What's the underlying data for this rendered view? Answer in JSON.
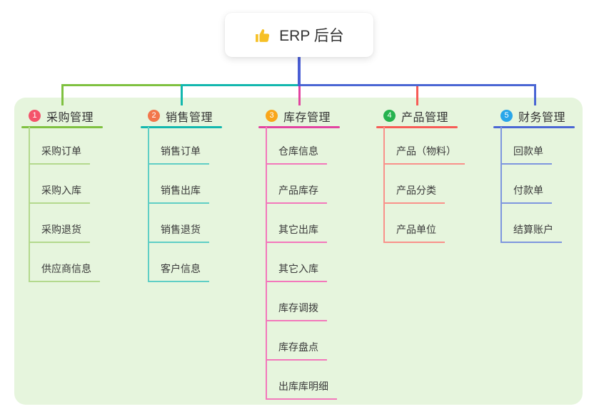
{
  "root": {
    "label": "ERP 后台",
    "icon": "thumbs-up-icon",
    "connector_color": "#4a5ed4"
  },
  "panel": {
    "background_color": "#e6f5dd"
  },
  "branches": [
    {
      "index": "1",
      "label": "采购管理",
      "badge_color": "#f4536b",
      "line_color": "#7fc140",
      "child_line_color": "#b3d98d",
      "children": [
        "采购订单",
        "采购入库",
        "采购退货",
        "供应商信息"
      ]
    },
    {
      "index": "2",
      "label": "销售管理",
      "badge_color": "#f2764b",
      "line_color": "#12b7ae",
      "child_line_color": "#5fcec5",
      "children": [
        "销售订单",
        "销售出库",
        "销售退货",
        "客户信息"
      ]
    },
    {
      "index": "3",
      "label": "库存管理",
      "badge_color": "#f9a61a",
      "line_color": "#e243a0",
      "child_line_color": "#f377bb",
      "children": [
        "仓库信息",
        "产品库存",
        "其它出库",
        "其它入库",
        "库存调拨",
        "库存盘点",
        "出库库明细"
      ]
    },
    {
      "index": "4",
      "label": "产品管理",
      "badge_color": "#26b24e",
      "line_color": "#f75b56",
      "child_line_color": "#f9918a",
      "children": [
        "产品（物料）",
        "产品分类",
        "产品单位"
      ]
    },
    {
      "index": "5",
      "label": "财务管理",
      "badge_color": "#29a6e9",
      "line_color": "#4a66d4",
      "child_line_color": "#7e96de",
      "children": [
        "回款单",
        "付款单",
        "结算账户"
      ]
    }
  ]
}
